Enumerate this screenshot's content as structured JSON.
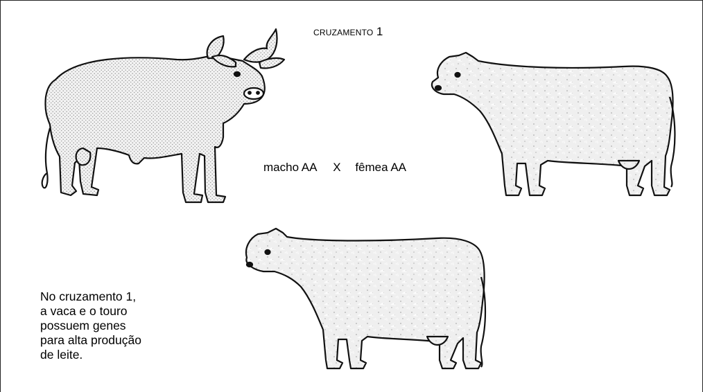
{
  "title": {
    "word": "CRUZAMENTO",
    "number": "1"
  },
  "cross": {
    "male": "macho AA",
    "symbol": "X",
    "female": "fêmea AA"
  },
  "note_lines": [
    "No cruzamento 1,",
    "a vaca e o touro",
    "possuem genes",
    "para alta produção",
    "de leite."
  ]
}
